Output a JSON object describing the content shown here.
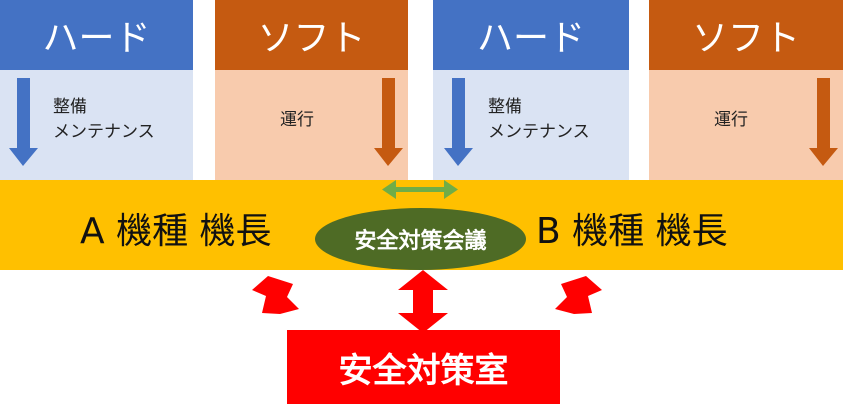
{
  "left_group": {
    "hard": {
      "header": "ハード",
      "note_line1": "整備",
      "note_line2": "メンテナンス"
    },
    "soft": {
      "header": "ソフト",
      "note": "運行"
    },
    "band_label": "A 機種  機長"
  },
  "right_group": {
    "hard": {
      "header": "ハード",
      "note_line1": "整備",
      "note_line2": "メンテナンス"
    },
    "soft": {
      "header": "ソフト",
      "note": "運行"
    },
    "band_label": "B 機種  機長"
  },
  "meeting": {
    "label": "安全対策会議"
  },
  "office": {
    "label": "安全対策室"
  },
  "colors": {
    "hard_header": "#4472c4",
    "hard_body": "#dae3f3",
    "soft_header": "#c55a11",
    "soft_body": "#f8cbad",
    "band": "#ffc000",
    "meeting": "#4e6b25",
    "office": "#ff0000",
    "link_arrow": "#70ad47",
    "office_arrows": "#ff0000"
  }
}
